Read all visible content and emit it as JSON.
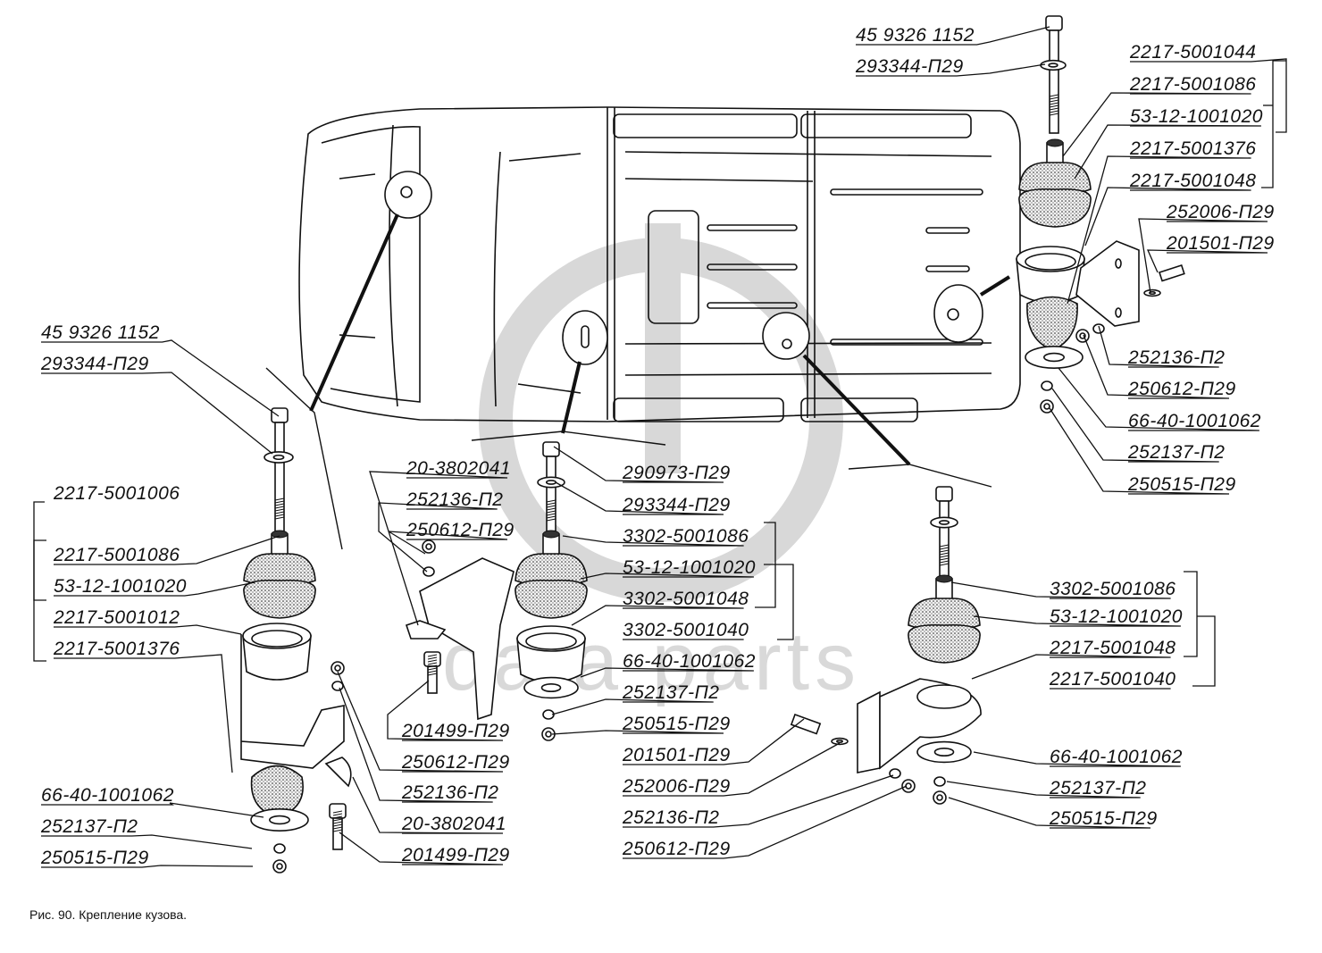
{
  "figure": {
    "caption": "Рис. 90. Крепление кузова.",
    "watermark_text": "data parts",
    "watermark_color": "#d9d9d9"
  },
  "groups": {
    "top_right": {
      "labels": [
        {
          "id": "tr-bolt",
          "text": "45 9326 1152"
        },
        {
          "id": "tr-washer",
          "text": "293344-П29"
        },
        {
          "id": "tr-set",
          "text": "2217-5001044"
        },
        {
          "id": "tr-sleeve",
          "text": "2217-5001086"
        },
        {
          "id": "tr-cushion",
          "text": "53-12-1001020"
        },
        {
          "id": "tr-bracket",
          "text": "2217-5001376"
        },
        {
          "id": "tr-cup",
          "text": "2217-5001048"
        },
        {
          "id": "tr-washer2",
          "text": "252006-П29"
        },
        {
          "id": "tr-bolt2",
          "text": "201501-П29"
        },
        {
          "id": "tr-lock",
          "text": "252136-П2"
        },
        {
          "id": "tr-nut",
          "text": "250612-П29"
        },
        {
          "id": "tr-plate",
          "text": "66-40-1001062"
        },
        {
          "id": "tr-lock2",
          "text": "252137-П2"
        },
        {
          "id": "tr-nut2",
          "text": "250515-П29"
        }
      ]
    },
    "left": {
      "labels": [
        {
          "id": "l-bolt",
          "text": "45 9326 1152"
        },
        {
          "id": "l-washer",
          "text": "293344-П29"
        },
        {
          "id": "l-set",
          "text": "2217-5001006"
        },
        {
          "id": "l-sleeve",
          "text": "2217-5001086"
        },
        {
          "id": "l-cushion",
          "text": "53-12-1001020"
        },
        {
          "id": "l-cup",
          "text": "2217-5001012"
        },
        {
          "id": "l-bracket",
          "text": "2217-5001376"
        },
        {
          "id": "l-plate",
          "text": "66-40-1001062"
        },
        {
          "id": "l-lock2",
          "text": "252137-П2"
        },
        {
          "id": "l-nut2",
          "text": "250515-П29"
        },
        {
          "id": "l-bolt3",
          "text": "201499-П29"
        },
        {
          "id": "l-nut",
          "text": "250612-П29"
        },
        {
          "id": "l-lock",
          "text": "252136-П2"
        },
        {
          "id": "l-clamp",
          "text": "20-3802041"
        },
        {
          "id": "l-bolt4",
          "text": "201499-П29"
        }
      ]
    },
    "center": {
      "labels": [
        {
          "id": "c-clamp",
          "text": "20-3802041"
        },
        {
          "id": "c-lock",
          "text": "252136-П2"
        },
        {
          "id": "c-nut",
          "text": "250612-П29"
        },
        {
          "id": "c-bolt",
          "text": "290973-П29"
        },
        {
          "id": "c-washer",
          "text": "293344-П29"
        },
        {
          "id": "c-sleeve",
          "text": "3302-5001086"
        },
        {
          "id": "c-cushion",
          "text": "53-12-1001020"
        },
        {
          "id": "c-cup",
          "text": "3302-5001048"
        },
        {
          "id": "c-set",
          "text": "3302-5001040"
        },
        {
          "id": "c-plate",
          "text": "66-40-1001062"
        },
        {
          "id": "c-lock2",
          "text": "252137-П2"
        },
        {
          "id": "c-nut2",
          "text": "250515-П29"
        }
      ]
    },
    "bottom_right": {
      "labels": [
        {
          "id": "br-bolt2",
          "text": "201501-П29"
        },
        {
          "id": "br-washer2",
          "text": "252006-П29"
        },
        {
          "id": "br-lock",
          "text": "252136-П2"
        },
        {
          "id": "br-nut",
          "text": "250612-П29"
        },
        {
          "id": "br-sleeve",
          "text": "3302-5001086"
        },
        {
          "id": "br-cushion",
          "text": "53-12-1001020"
        },
        {
          "id": "br-cup",
          "text": "2217-5001048"
        },
        {
          "id": "br-set",
          "text": "2217-5001040"
        },
        {
          "id": "br-plate",
          "text": "66-40-1001062"
        },
        {
          "id": "br-lock2",
          "text": "252137-П2"
        },
        {
          "id": "br-nut2",
          "text": "250515-П29"
        }
      ]
    }
  }
}
